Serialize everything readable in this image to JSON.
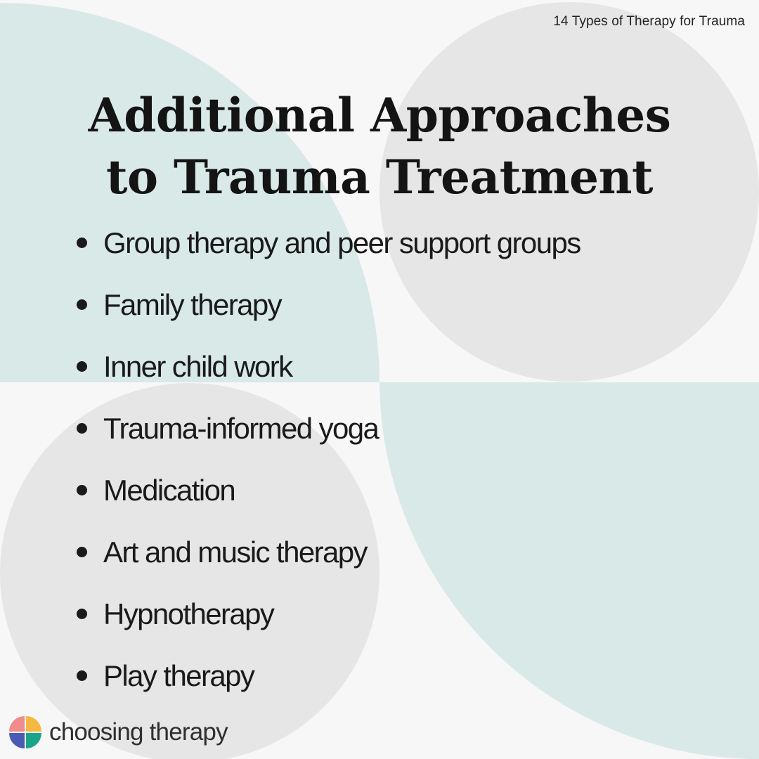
{
  "header": {
    "caption": "14 Types of Therapy for Trauma"
  },
  "headline": {
    "line1": "Additional Approaches",
    "line2": "to Trauma Treatment"
  },
  "approaches": [
    "Group therapy and peer support groups",
    "Family therapy",
    "Inner child work",
    "Trauma-informed yoga",
    "Medication",
    "Art and music therapy",
    "Hypnotherapy",
    "Play therapy"
  ],
  "brand": {
    "name": "choosing therapy",
    "logo_icon": "four-petal-logo-icon",
    "logo_colors": [
      "#f28b8b",
      "#f5b942",
      "#4a5bb5",
      "#1aa58a"
    ]
  },
  "colors": {
    "background": "#f7f7f7",
    "mint": "#d9e9e8",
    "gray": "#e6e6e6",
    "text": "#141414"
  }
}
